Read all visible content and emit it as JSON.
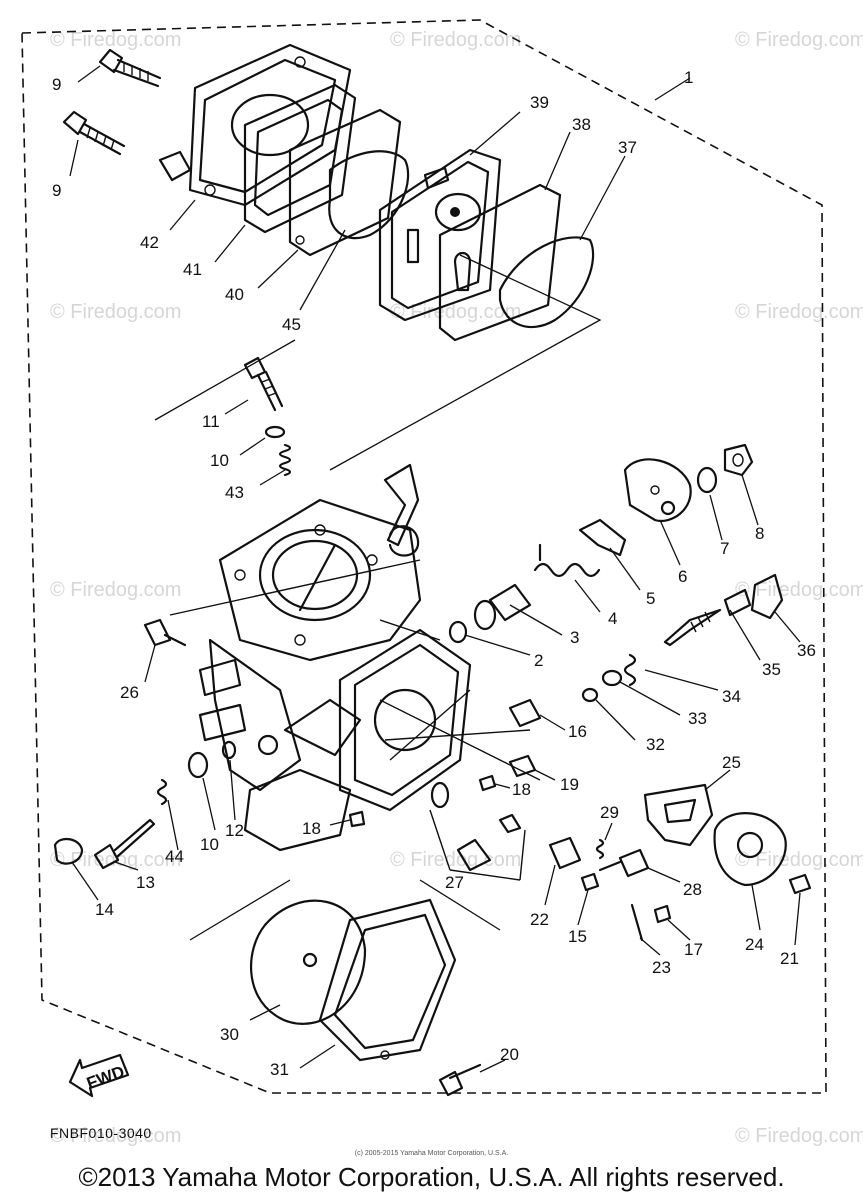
{
  "watermarks": [
    "© Firedog.com",
    "© Firedog.com",
    "© Firedog.com",
    "© Firedog.com",
    "© Firedog.com",
    "© Firedog.com",
    "© Firedog.com",
    "© Firedog.com",
    "© Firedog.com",
    "© Firedog.com",
    "© Firedog.com",
    "© Firedog.com",
    "© Firedog.com"
  ],
  "callouts": {
    "c1": "1",
    "c2": "2",
    "c3": "3",
    "c4": "4",
    "c5": "5",
    "c6": "6",
    "c7": "7",
    "c8": "8",
    "c9a": "9",
    "c9b": "9",
    "c10a": "10",
    "c10b": "10",
    "c11": "11",
    "c12": "12",
    "c13": "13",
    "c14": "14",
    "c15": "15",
    "c16": "16",
    "c17": "17",
    "c18a": "18",
    "c18b": "18",
    "c19": "19",
    "c20": "20",
    "c21": "21",
    "c22": "22",
    "c23": "23",
    "c24": "24",
    "c25": "25",
    "c26": "26",
    "c27": "27",
    "c28": "28",
    "c29": "29",
    "c30": "30",
    "c31": "31",
    "c32": "32",
    "c33": "33",
    "c34": "34",
    "c35": "35",
    "c36": "36",
    "c37": "37",
    "c38": "38",
    "c39": "39",
    "c40": "40",
    "c41": "41",
    "c42": "42",
    "c43": "43",
    "c44": "44",
    "c45": "45"
  },
  "fwd_label": "FWD",
  "diagram_code": "FNBF010-3040",
  "small_copyright": "(c) 2005-2015 Yamaha Motor Corporation, U.S.A.",
  "copyright": "©2013 Yamaha Motor Corporation, U.S.A. All rights reserved."
}
